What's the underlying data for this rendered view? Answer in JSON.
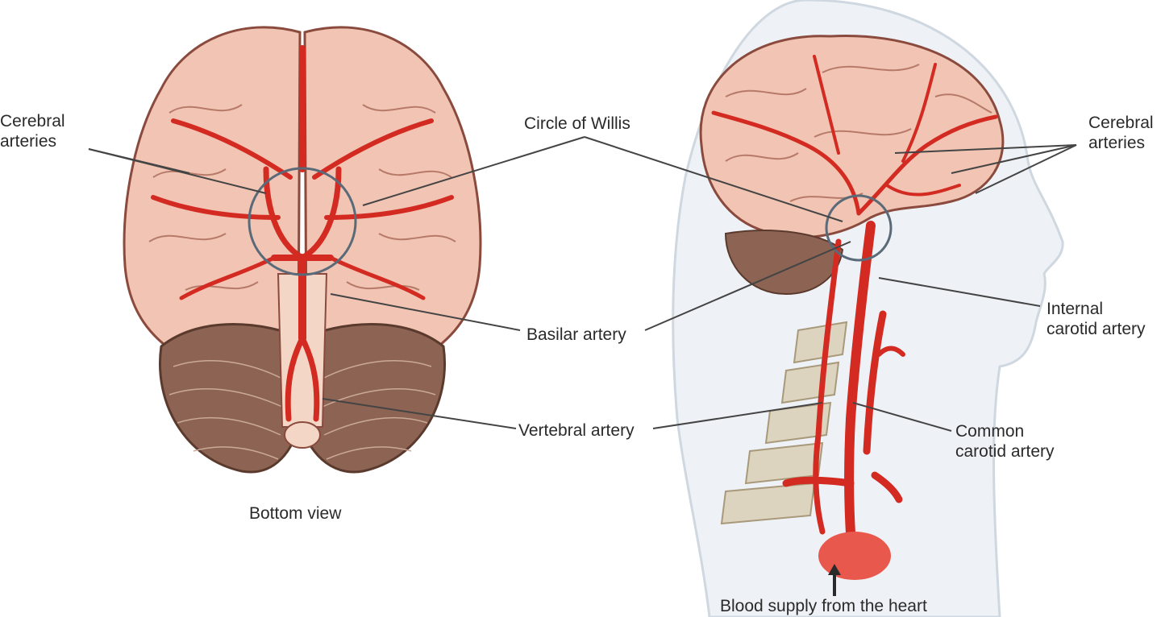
{
  "labels": {
    "cerebral_left": [
      "Cerebral",
      "arteries"
    ],
    "circle_of_willis": "Circle of Willis",
    "cerebral_right": [
      "Cerebral",
      "arteries"
    ],
    "basilar": "Basilar artery",
    "internal_carotid": [
      "Internal",
      "carotid artery"
    ],
    "vertebral": "Vertebral artery",
    "common_carotid": [
      "Common",
      "carotid artery"
    ],
    "bottom_view": "Bottom view",
    "blood_supply": "Blood supply from the heart"
  },
  "colors": {
    "brain": "#f1c4b3",
    "brain_outline": "#8a4a3d",
    "artery": "#d32a22",
    "cerebellum": "#8d6454",
    "head_silhouette": "#eef2f6",
    "spine": "#ddd4bf"
  }
}
